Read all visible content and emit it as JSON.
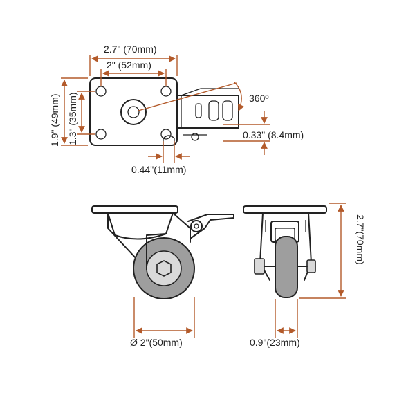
{
  "labels": {
    "plate_width": "2.7\" (70mm)",
    "hole_spacing_x": "2\" (52mm)",
    "plate_height": "1.9\" (49mm)",
    "hole_spacing_y": "1.3\" (35mm)",
    "rotation": "360º",
    "hole_diameter": "0.33\" (8.4mm)",
    "offset": "0.44\"(11mm)",
    "wheel_diameter": "Ø 2\"(50mm)",
    "total_height": "2.7\"(70mm)",
    "wheel_width": "0.9\"(23mm)"
  },
  "colors": {
    "dimension_line": "#b35a2a",
    "outline": "#222222",
    "wheel": "#9e9e9e"
  }
}
